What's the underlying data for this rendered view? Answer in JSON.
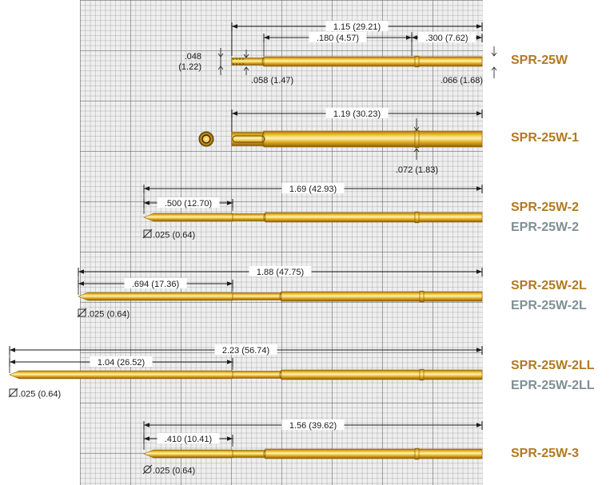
{
  "colors": {
    "spr": "#b07a22",
    "epr": "#7f8f97",
    "gold_dark": "#a9740a",
    "gold_mid": "#e9b72a",
    "gold_light": "#fff3b0",
    "dim_line": "#1a1a1a"
  },
  "probes": [
    {
      "id": "spr25w",
      "names": [
        {
          "text": "SPR-25W",
          "series": "spr"
        }
      ],
      "dims": [
        {
          "id": "overall",
          "label": "1.15 (29.21)"
        },
        {
          "id": "receptacle",
          "label": ".180 (4.57)"
        },
        {
          "id": "ring",
          "label": ".300 (7.62)"
        },
        {
          "id": "bore",
          "label": ".048\n(1.22)"
        },
        {
          "id": "tip_dia",
          "label": ".058 (1.47)"
        },
        {
          "id": "barrel_dia",
          "label": ".066 (1.68)"
        }
      ]
    },
    {
      "id": "spr25w1",
      "names": [
        {
          "text": "SPR-25W-1",
          "series": "spr"
        }
      ],
      "dims": [
        {
          "id": "overall",
          "label": "1.19 (30.23)"
        },
        {
          "id": "ring_dia",
          "label": ".072 (1.83)"
        }
      ]
    },
    {
      "id": "spr25w2",
      "names": [
        {
          "text": "SPR-25W-2",
          "series": "spr"
        },
        {
          "text": "EPR-25W-2",
          "series": "epr"
        }
      ],
      "dims": [
        {
          "id": "overall",
          "label": "1.69 (42.93)"
        },
        {
          "id": "tip_len",
          "label": ".500 (12.70)"
        },
        {
          "id": "tip_dia",
          "label": ".025 (0.64)",
          "symbol": "square"
        }
      ]
    },
    {
      "id": "spr25w2l",
      "names": [
        {
          "text": "SPR-25W-2L",
          "series": "spr"
        },
        {
          "text": "EPR-25W-2L",
          "series": "epr"
        }
      ],
      "dims": [
        {
          "id": "overall",
          "label": "1.88 (47.75)"
        },
        {
          "id": "tip_len",
          "label": ".694 (17.36)"
        },
        {
          "id": "tip_dia",
          "label": ".025 (0.64)",
          "symbol": "square"
        }
      ]
    },
    {
      "id": "spr25w2ll",
      "names": [
        {
          "text": "SPR-25W-2LL",
          "series": "spr"
        },
        {
          "text": "EPR-25W-2LL",
          "series": "epr"
        }
      ],
      "dims": [
        {
          "id": "overall",
          "label": "2.23 (56.74)"
        },
        {
          "id": "tip_len",
          "label": "1.04 (26.52)"
        },
        {
          "id": "tip_dia",
          "label": ".025 (0.64)",
          "symbol": "square"
        }
      ]
    },
    {
      "id": "spr25w3",
      "names": [
        {
          "text": "SPR-25W-3",
          "series": "spr"
        }
      ],
      "dims": [
        {
          "id": "overall",
          "label": "1.56 (39.62)"
        },
        {
          "id": "tip_len",
          "label": ".410 (10.41)"
        },
        {
          "id": "tip_dia",
          "label": ".025 (0.64)",
          "symbol": "circle"
        }
      ]
    }
  ]
}
